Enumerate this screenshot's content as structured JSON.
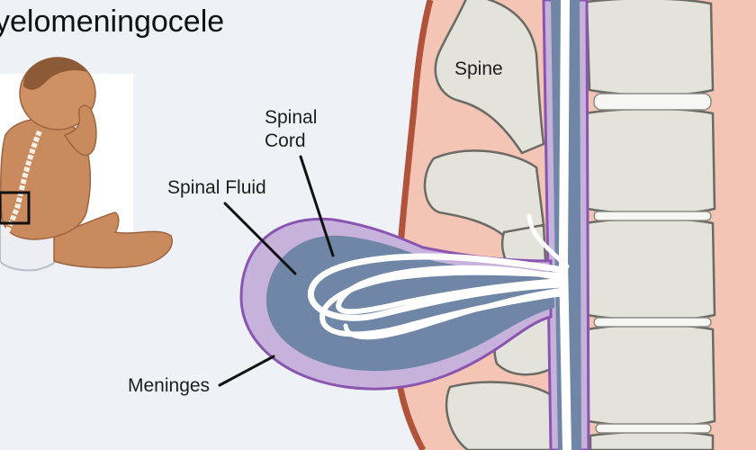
{
  "title": "yelomeningocele",
  "labels": {
    "spine": "Spine",
    "spinal_cord_line1": "Spinal",
    "spinal_cord_line2": "Cord",
    "spinal_fluid": "Spinal Fluid",
    "meninges": "Meninges"
  },
  "colors": {
    "background": "#eef2f6",
    "back_tissue": "#f4c4b4",
    "skin_edge": "#b0533a",
    "vertebra": "#e3e3dc",
    "vertebra_outline": "#6b6b66",
    "meninges": "#c6b2da",
    "meninges_outline": "#8a55b0",
    "spinal_fluid": "#6f86a6",
    "spinal_cord": "#ffffff",
    "baby_skin": "#c98a5e",
    "leader_line": "#111111"
  }
}
